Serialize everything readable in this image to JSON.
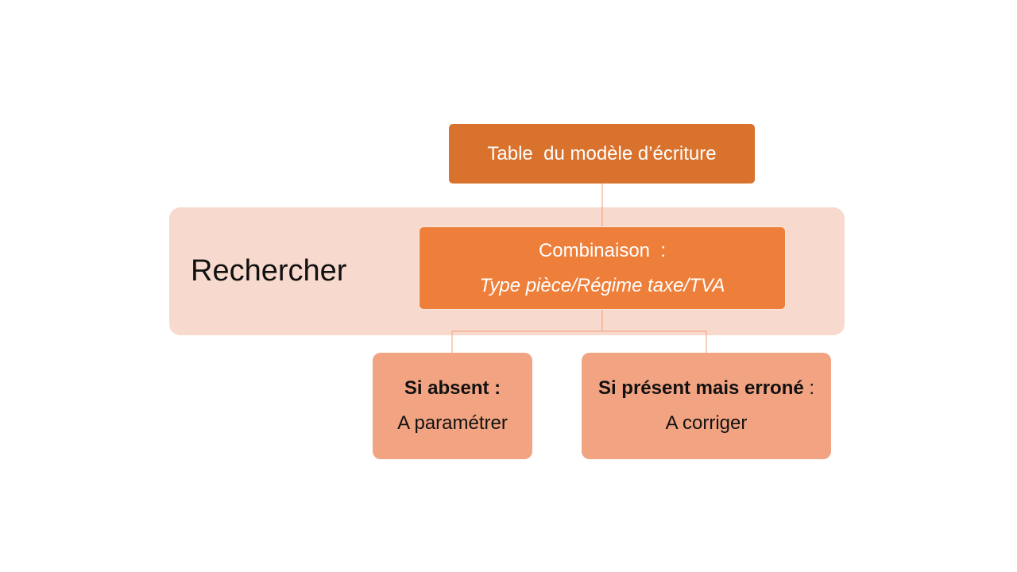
{
  "diagram": {
    "top_box": {
      "text": "Table  du modèle d’écriture"
    },
    "band": {
      "label": "Rechercher"
    },
    "middle_box": {
      "line1": "Combinaison  :",
      "line2": "Type pièce/Régime taxe/TVA"
    },
    "left_box": {
      "line1_bold": "Si absent :",
      "line2": "A paramétrer"
    },
    "right_box": {
      "line1_bold": "Si présent mais erroné",
      "line1_rest": " :",
      "line2": "A corriger"
    }
  },
  "colors": {
    "top_box": "#d9722d",
    "middle_box": "#ed7f3a",
    "band": "#f8d9cd",
    "child_boxes": "#f1a382",
    "connector": "#f0a07c"
  }
}
